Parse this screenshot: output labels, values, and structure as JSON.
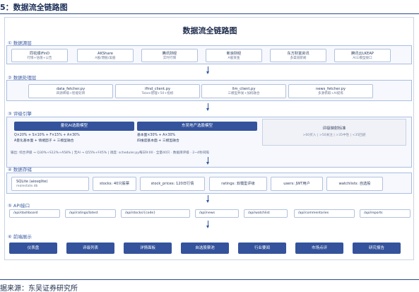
{
  "figure": {
    "title": "5：数据流全链路图",
    "source": "据来源：东吴证券研究所"
  },
  "diagram": {
    "title": "数据流全链路图",
    "sections": {
      "s1": "① 数据源层",
      "s2": "② 数据处理层",
      "s3": "③ 评级引擎",
      "s4": "④ 数据存储",
      "s5": "⑤ API接口",
      "s6": "⑥ 前端展示"
    },
    "sources": [
      {
        "title": "同花顺iFinD",
        "sub": "行情+估值+公告"
      },
      {
        "title": "AKShare",
        "sub": "A股/港股/美股"
      },
      {
        "title": "腾讯财经",
        "sub": "实时行情"
      },
      {
        "title": "新浪财经",
        "sub": "A股资金"
      },
      {
        "title": "东方财富资讯",
        "sub": "多渠道新闻"
      },
      {
        "title": "腾讯云LKEAP",
        "sub": "AI三模型接口"
      }
    ],
    "processors": [
      {
        "title": "data_fetcher.py",
        "sub": "四源降级+智能轮转"
      },
      {
        "title": "ifind_client.py",
        "sub": "Token管理+50+指标"
      },
      {
        "title": "llm_client.py",
        "sub": "三模型并发+加权融合"
      },
      {
        "title": "news_fetcher.py",
        "sub": "多源抓取+AI提炼"
      }
    ],
    "engine": {
      "quant_label": "量化AI选股模型",
      "quant_formula": "Q×20% + S×10% + F×15% + A×30%",
      "quant_sub": "A量化基本面 + 情绪因子 + 三模型融合",
      "dw_label": "东吴地产选股模型",
      "dw_formula": "基本面×30% + A×30%",
      "dw_sub": "四维度基本面 + 三模型融合",
      "grade_title": "评级映射标准",
      "grade_detail": ">60买入 | >50关注 | >35中性 | <35回避",
      "flow": "输出: 综合评级 → Q30%+S12%+A58% | 无AI → Q55%+F45% | 调度: scheduler.py每日9:00 · 全量40只 · 数据库评级 · 2~4秒间隔"
    },
    "storage": [
      {
        "title": "SQLite (aiosqlite)",
        "sub": "realestate.db"
      },
      {
        "title": "stocks: 40只股票",
        "sub": ""
      },
      {
        "title": "stock_prices: 120日行情",
        "sub": ""
      },
      {
        "title": "ratings: 双模型评级",
        "sub": ""
      },
      {
        "title": "users: JWT用户",
        "sub": ""
      },
      {
        "title": "watchlists: 自选股",
        "sub": ""
      }
    ],
    "apis": [
      "/api/dashboard",
      "/api/ratings/latest",
      "/api/stocks/{code}",
      "/api/news",
      "/api/watchlist",
      "/api/commentaries",
      "/api/reports"
    ],
    "frontend": [
      "仪表盘",
      "评级列表",
      "详情面板",
      "自选股票池",
      "行业要闻",
      "市场点评",
      "研究报告"
    ]
  }
}
